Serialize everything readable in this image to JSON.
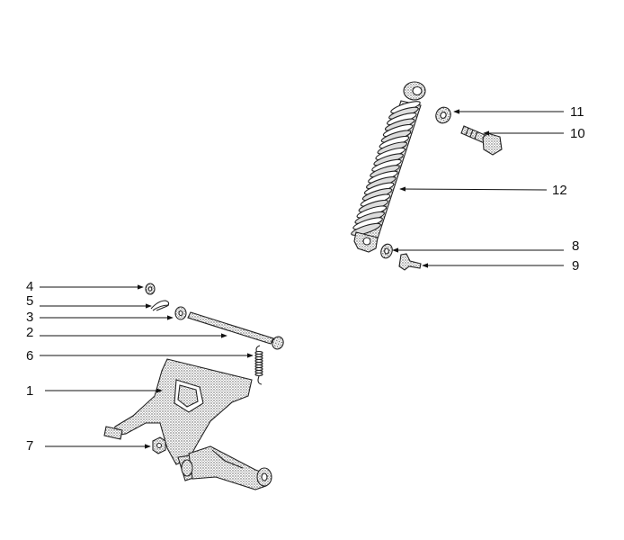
{
  "diagram": {
    "callouts": {
      "c1": "1",
      "c2": "2",
      "c3": "3",
      "c4": "4",
      "c5": "5",
      "c6": "6",
      "c7": "7",
      "c8": "8",
      "c9": "9",
      "c10": "10",
      "c11": "11",
      "c12": "12"
    },
    "parts": {
      "p1": "center-stand",
      "p2": "stand-pivot-shaft",
      "p3": "washer",
      "p4": "washer",
      "p5": "split-pin",
      "p6": "return-spring",
      "p7": "nut",
      "p8": "washer",
      "p9": "bolt",
      "p10": "bolt",
      "p11": "washer",
      "p12": "rear-shock-absorber"
    }
  }
}
